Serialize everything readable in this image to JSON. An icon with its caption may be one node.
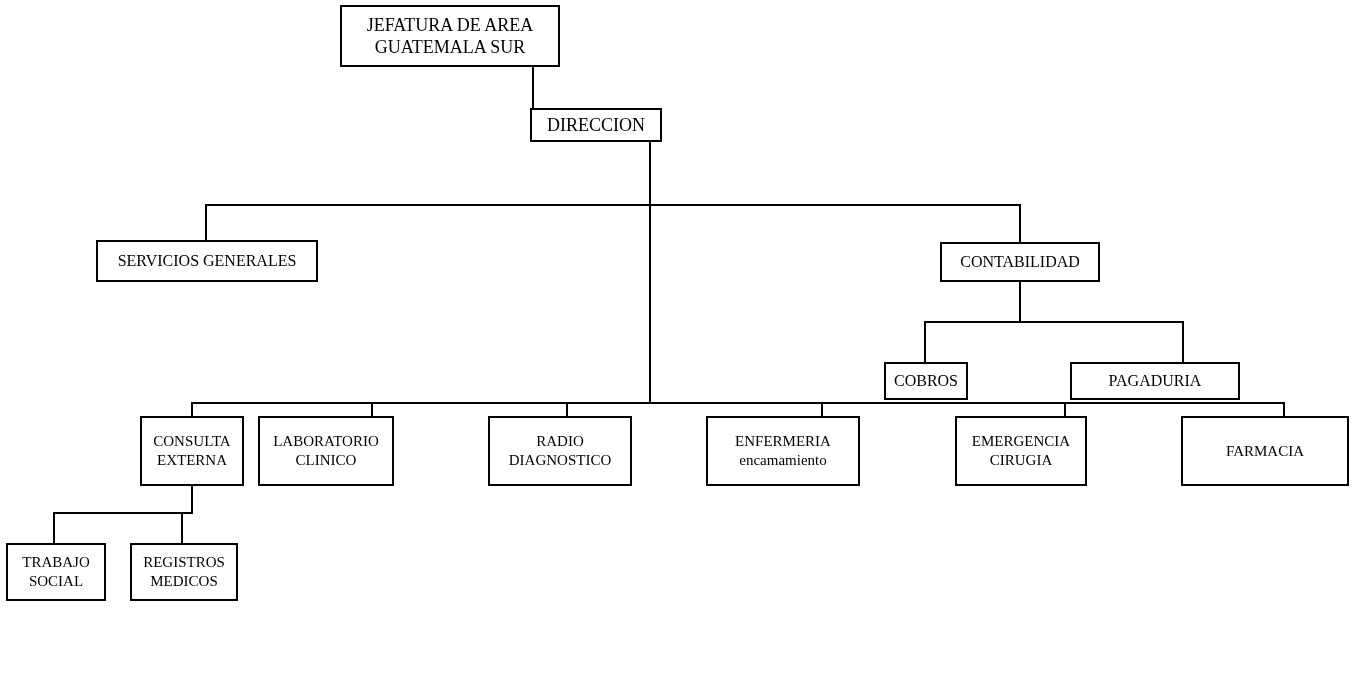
{
  "diagram": {
    "nodes": [
      {
        "text": [
          "JEFATURA DE AREA GUATEMALA SUR"
        ]
      },
      {
        "text": [
          "DIRECCION"
        ]
      },
      {
        "text": [
          "SERVICIOS GENERALES"
        ]
      },
      {
        "text": [
          "CONTABILIDAD"
        ]
      },
      {
        "text": [
          "COBROS"
        ]
      },
      {
        "text": [
          "PAGADURIA"
        ]
      },
      {
        "text": [
          "CONSULTA EXTERNA"
        ]
      },
      {
        "text": [
          "LABORATORIO CLINICO"
        ]
      },
      {
        "text": [
          "RADIO DIAGNOSTICO"
        ]
      },
      {
        "text": [
          "ENFERMERIA encamamiento"
        ]
      },
      {
        "text": [
          "EMERGENCIA CIRUGIA"
        ]
      },
      {
        "text": [
          "FARMACIA"
        ]
      },
      {
        "text": [
          "TRABAJO SOCIAL"
        ]
      },
      {
        "text": [
          "REGISTROS MEDICOS"
        ]
      }
    ],
    "edges": [
      {
        "from": 0,
        "to": 1,
        "arrow": "none"
      },
      {
        "from": 1,
        "to": 2,
        "arrow": "none"
      },
      {
        "from": 1,
        "to": 3,
        "arrow": "none"
      },
      {
        "from": 3,
        "to": 4,
        "arrow": "none"
      },
      {
        "from": 3,
        "to": 5,
        "arrow": "none"
      },
      {
        "from": 1,
        "to": 6,
        "arrow": "none"
      },
      {
        "from": 1,
        "to": 7,
        "arrow": "none"
      },
      {
        "from": 1,
        "to": 8,
        "arrow": "none"
      },
      {
        "from": 1,
        "to": 9,
        "arrow": "none"
      },
      {
        "from": 1,
        "to": 10,
        "arrow": "none"
      },
      {
        "from": 1,
        "to": 11,
        "arrow": "none"
      },
      {
        "from": 6,
        "to": 12,
        "arrow": "none"
      },
      {
        "from": 6,
        "to": 13,
        "arrow": "none"
      }
    ]
  }
}
